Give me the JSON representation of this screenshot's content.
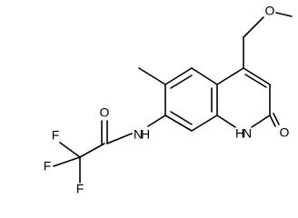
{
  "molecule": {
    "atoms": {
      "o_methoxy": "O",
      "o_amide": "O",
      "f_top": "F",
      "f_left": "F",
      "f_bottom": "F",
      "nh_amide": "N",
      "h_amide": "H",
      "nh_ring": "N",
      "h_ring": "H",
      "o_ring": "O"
    }
  },
  "colors": {
    "bond": "#000000",
    "text": "#000000",
    "background": "#ffffff"
  }
}
